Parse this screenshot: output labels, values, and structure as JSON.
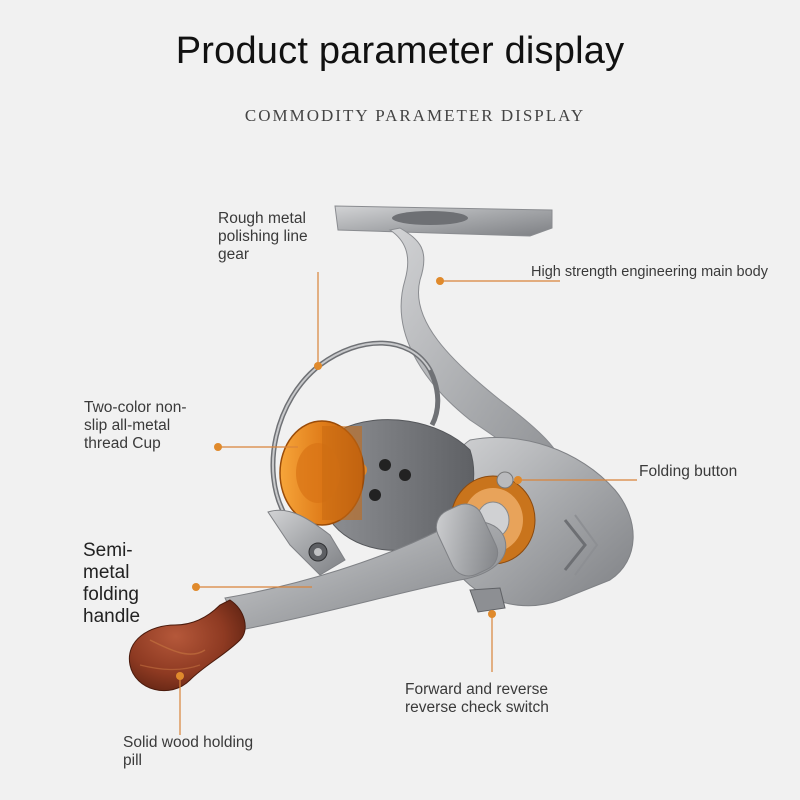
{
  "header": {
    "title": "Product parameter display",
    "subtitle": "COMMODITY PARAMETER DISPLAY"
  },
  "callouts": {
    "line_gear": "Rough metal\npolishing line\ngear",
    "main_body": "High strength engineering main body",
    "thread_cup": "Two-color non-\nslip all-metal\nthread Cup",
    "folding_button": "Folding button",
    "folding_handle": "Semi-\nmetal\nfolding\nhandle",
    "check_switch": "Forward and reverse\nreverse check switch",
    "holding_pill": "Solid wood holding\npill"
  },
  "colors": {
    "background": "#f1f1f1",
    "accent": "#e08a2c",
    "metal": "#a9abae"
  }
}
